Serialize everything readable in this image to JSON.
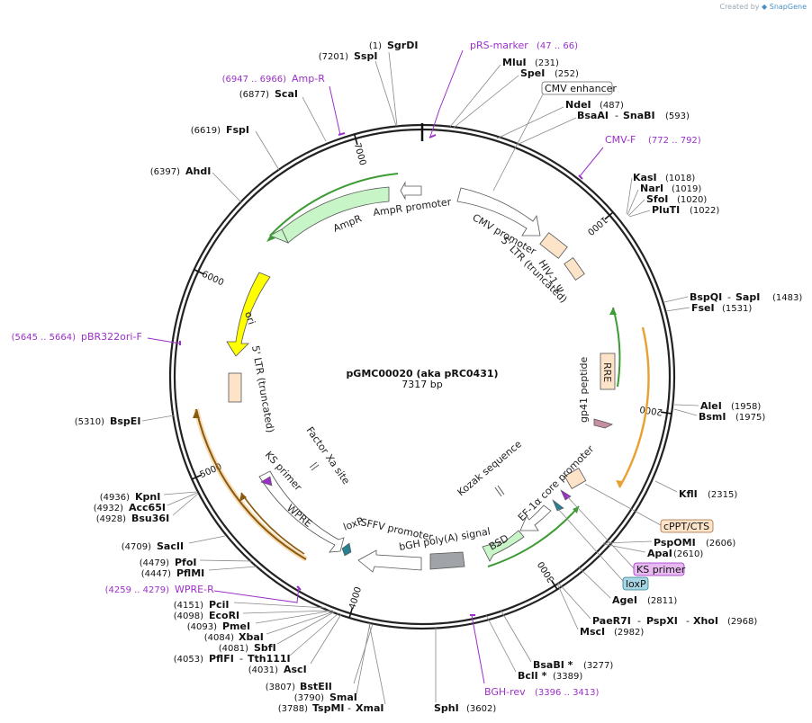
{
  "credit": {
    "prefix": "Created by",
    "brand": "SnapGene"
  },
  "plasmid": {
    "name": "pGMC00020 (aka pRC0431)",
    "size": "7317 bp",
    "total_bp": 7317
  },
  "ticks": [
    {
      "bp": 1000,
      "label": "1000"
    },
    {
      "bp": 2000,
      "label": "2000"
    },
    {
      "bp": 3000,
      "label": "3000"
    },
    {
      "bp": 4000,
      "label": "4000"
    },
    {
      "bp": 5000,
      "label": "5000"
    },
    {
      "bp": 6000,
      "label": "6000"
    },
    {
      "bp": 7000,
      "label": "7000"
    }
  ],
  "sites": [
    {
      "name": "SgrDI",
      "pos": "(1)"
    },
    {
      "name": "SspI",
      "pos": "(7201)"
    },
    {
      "name": "MluI",
      "pos": "(231)"
    },
    {
      "name": "SpeI",
      "pos": "(252)"
    },
    {
      "name": "NdeI",
      "pos": "(487)"
    },
    {
      "name": "BsaAI",
      "name2": "SnaBI",
      "pos": "(593)"
    },
    {
      "name": "KasI",
      "pos": "(1018)"
    },
    {
      "name": "NarI",
      "pos": "(1019)"
    },
    {
      "name": "SfoI",
      "pos": "(1020)"
    },
    {
      "name": "PluTI",
      "pos": "(1022)"
    },
    {
      "name": "BspQI",
      "name2": "SapI",
      "pos": "(1483)"
    },
    {
      "name": "FseI",
      "pos": "(1531)"
    },
    {
      "name": "AleI",
      "pos": "(1958)"
    },
    {
      "name": "BsmI",
      "pos": "(1975)"
    },
    {
      "name": "KflI",
      "pos": "(2315)"
    },
    {
      "name": "PspOMI",
      "pos": "(2606)"
    },
    {
      "name": "ApaI",
      "pos": "(2610)"
    },
    {
      "name": "AgeI",
      "pos": "(2811)"
    },
    {
      "name": "PaeR7I",
      "name2": "PspXI",
      "name3": "XhoI",
      "pos": "(2968)"
    },
    {
      "name": "MscI",
      "pos": "(2982)"
    },
    {
      "name": "BsaBI *",
      "pos": "(3277)"
    },
    {
      "name": "BclI *",
      "pos": "(3389)"
    },
    {
      "name": "SphI",
      "pos": "(3602)"
    },
    {
      "name": "BstEII",
      "pos": "(3807)"
    },
    {
      "name": "SmaI",
      "pos": "(3790)"
    },
    {
      "name": "TspMI",
      "name2": "XmaI",
      "pos": "(3788)"
    },
    {
      "name": "AscI",
      "pos": "(4031)"
    },
    {
      "name": "PflFI",
      "name2": "Tth111I",
      "pos": "(4053)"
    },
    {
      "name": "SbfI",
      "pos": "(4081)"
    },
    {
      "name": "XbaI",
      "pos": "(4084)"
    },
    {
      "name": "PmeI",
      "pos": "(4093)"
    },
    {
      "name": "EcoRI",
      "pos": "(4098)"
    },
    {
      "name": "PciI",
      "pos": "(4151)"
    },
    {
      "name": "PflMI",
      "pos": "(4447)"
    },
    {
      "name": "PfoI",
      "pos": "(4479)"
    },
    {
      "name": "SacII",
      "pos": "(4709)"
    },
    {
      "name": "Bsu36I",
      "pos": "(4928)"
    },
    {
      "name": "Acc65I",
      "pos": "(4932)"
    },
    {
      "name": "KpnI",
      "pos": "(4936)"
    },
    {
      "name": "BspEI",
      "pos": "(5310)"
    },
    {
      "name": "AhdI",
      "pos": "(6397)"
    },
    {
      "name": "FspI",
      "pos": "(6619)"
    },
    {
      "name": "ScaI",
      "pos": "(6877)"
    }
  ],
  "primers": [
    {
      "name": "pRS-marker",
      "range": "(47 .. 66)"
    },
    {
      "name": "Amp-R",
      "range": "(6947 .. 6966)"
    },
    {
      "name": "CMV-F",
      "range": "(772 .. 792)"
    },
    {
      "name": "pBR322ori-F",
      "range": "(5645 .. 5664)"
    },
    {
      "name": "WPRE-R",
      "range": "(4259 .. 4279)"
    },
    {
      "name": "BGH-rev",
      "range": "(3396 .. 3413)"
    }
  ],
  "boxed_labels": [
    {
      "name": "CMV enhancer",
      "color": "#ffffff"
    },
    {
      "name": "cPPT/CTS",
      "color": "#fde3c8"
    },
    {
      "name": "KS primer",
      "color": "#e8b8f0"
    },
    {
      "name": "loxP",
      "color": "#a9d6e5"
    }
  ],
  "features": [
    "AmpR promoter",
    "AmpR",
    "ori",
    "5' LTR (truncated)",
    "CMV promoter",
    "5' LTR (truncated)",
    "HIV-1 Ψ",
    "RRE",
    "gp41 peptide",
    "Kozak sequence",
    "EF-1α core promoter",
    "BSD",
    "bGH poly(A) signal",
    "SFFV promoter",
    "loxP",
    "WPRE",
    "KS primer",
    "Factor Xa site"
  ],
  "colors": {
    "backbone": "#222222",
    "resistance": "#c8f5c8",
    "ori": "#ffff00",
    "ltr": "#fde3c8",
    "promoter": "#ffffff",
    "primer": "#9b30c8",
    "orange": "#e8a030",
    "green": "#3d9b35",
    "polyA": "#a0a4a8"
  }
}
